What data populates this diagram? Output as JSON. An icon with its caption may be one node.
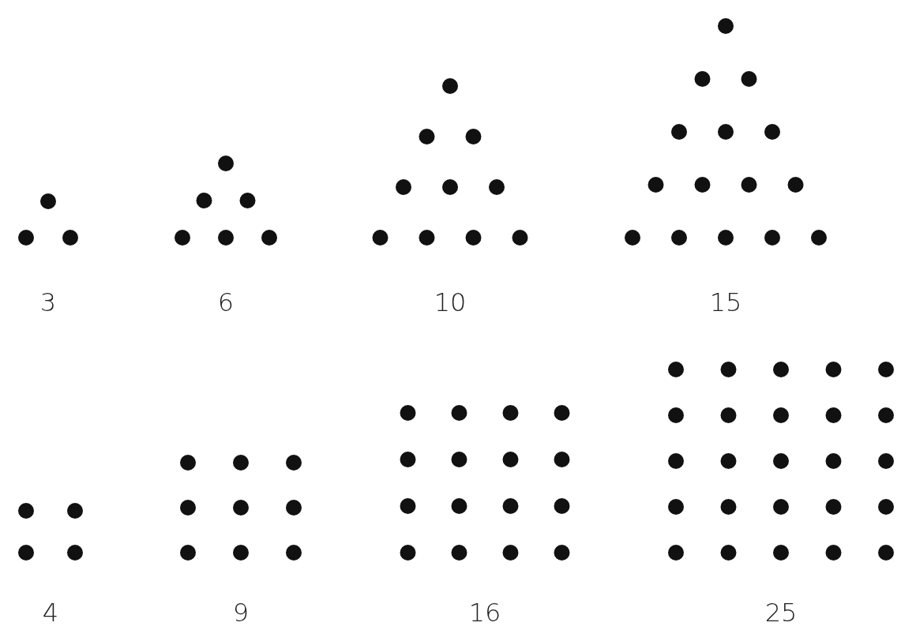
{
  "diagram": {
    "labels": [
      "3",
      "6",
      "10",
      "15",
      "4",
      "9",
      "16",
      "25"
    ]
  }
}
